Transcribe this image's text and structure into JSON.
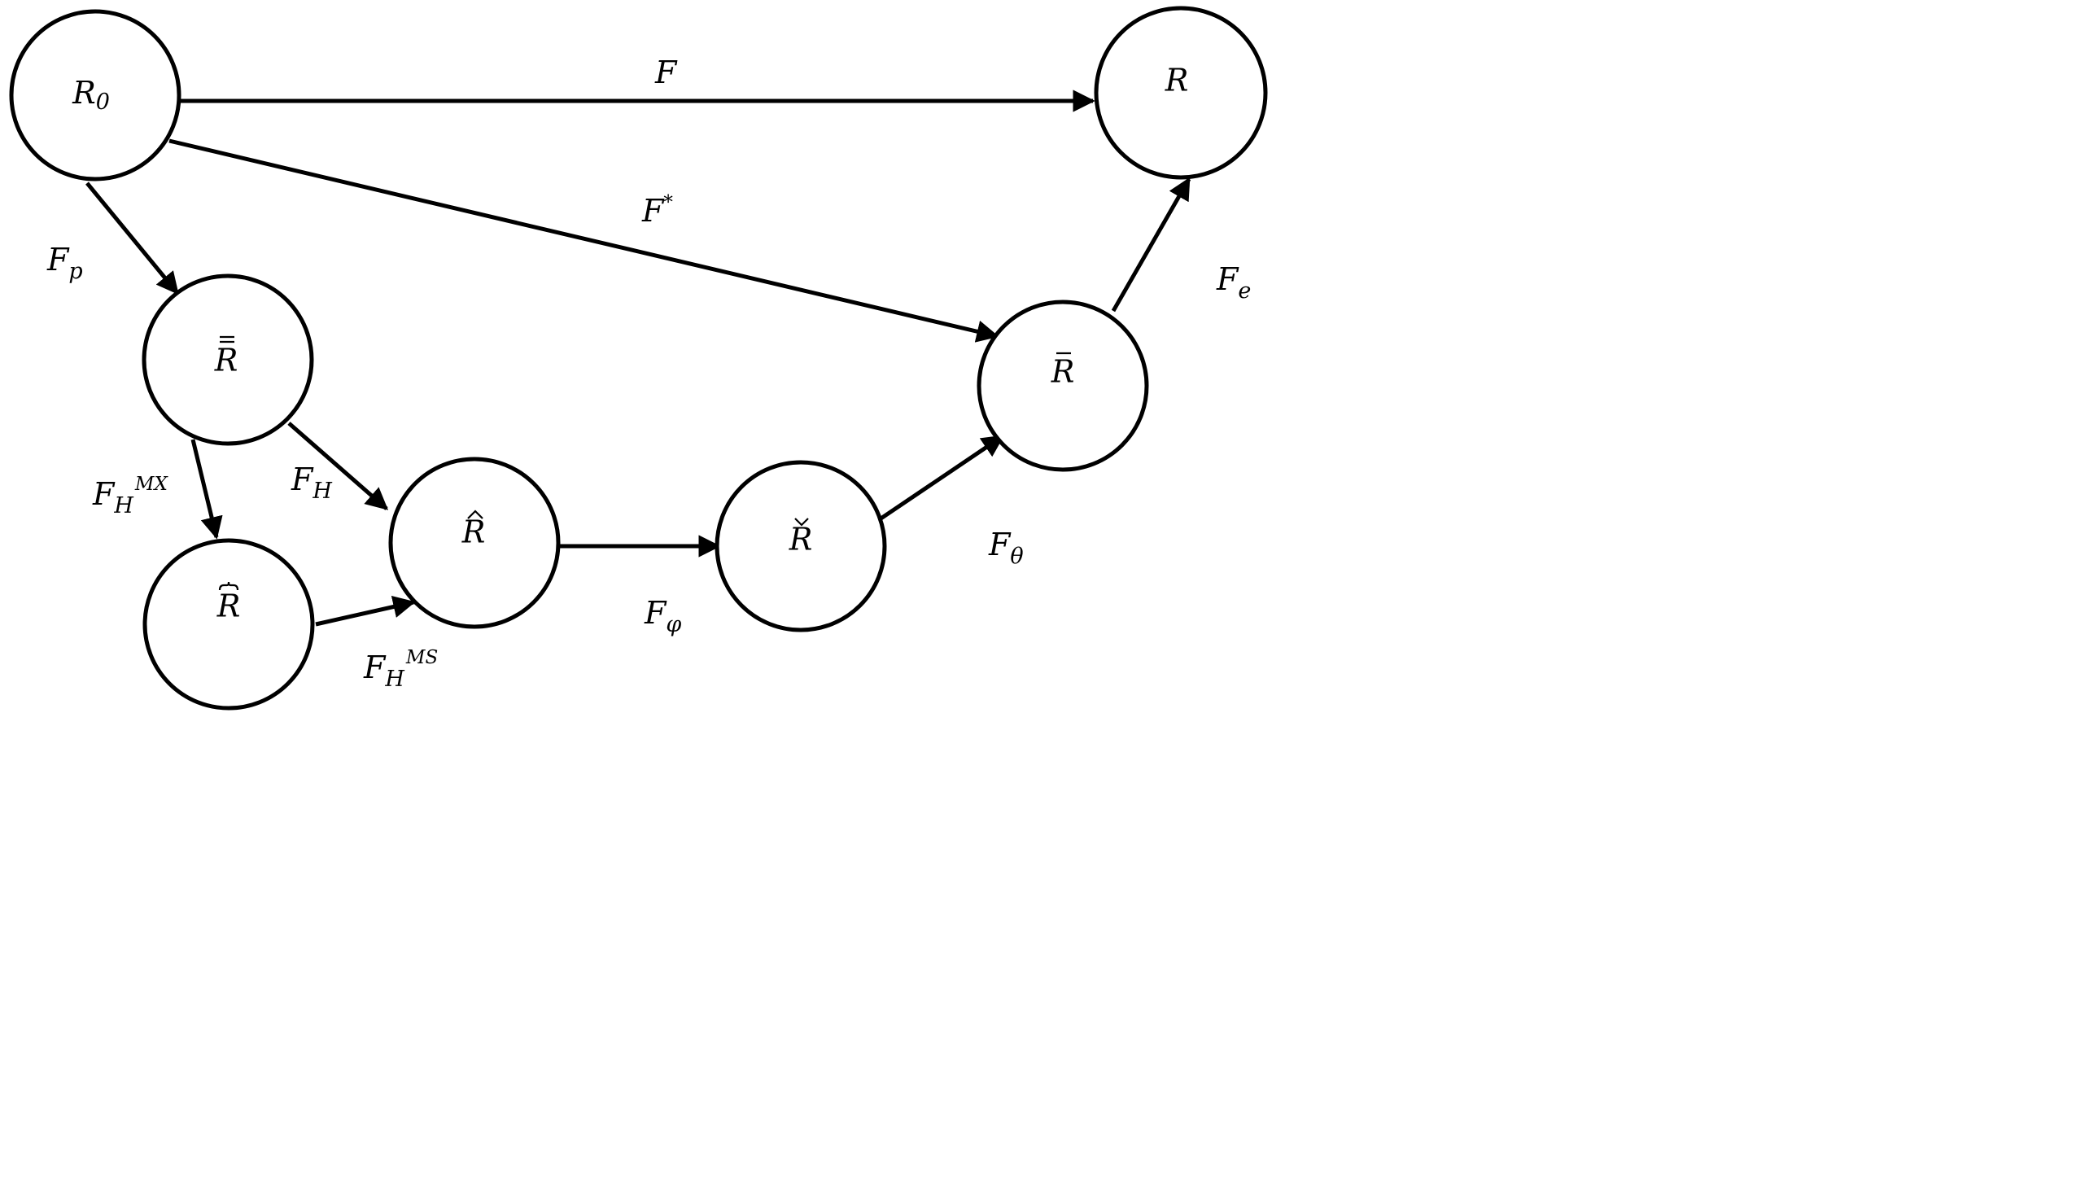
{
  "nodes": [
    {
      "id": "R0",
      "base": "R",
      "sub": "0",
      "accent": ""
    },
    {
      "id": "R",
      "base": "R",
      "sub": "",
      "accent": ""
    },
    {
      "id": "Rdbar",
      "base": "R",
      "sub": "",
      "accent": "double-bar"
    },
    {
      "id": "Rbar",
      "base": "R",
      "sub": "",
      "accent": "bar"
    },
    {
      "id": "Rhat",
      "base": "R",
      "sub": "",
      "accent": "hat"
    },
    {
      "id": "Rcheck",
      "base": "R",
      "sub": "",
      "accent": "check"
    },
    {
      "id": "Rbrace",
      "base": "R",
      "sub": "",
      "accent": "overbrace"
    }
  ],
  "edges": [
    {
      "from": "R0",
      "to": "R",
      "label": {
        "base": "F",
        "sub": "",
        "sup": ""
      }
    },
    {
      "from": "R0",
      "to": "Rbar",
      "label": {
        "base": "F",
        "sub": "",
        "sup": "*"
      }
    },
    {
      "from": "R0",
      "to": "Rdbar",
      "label": {
        "base": "F",
        "sub": "p",
        "sup": ""
      }
    },
    {
      "from": "Rdbar",
      "to": "Rbrace",
      "label": {
        "base": "F",
        "sub": "H",
        "sup": "MX"
      }
    },
    {
      "from": "Rdbar",
      "to": "Rhat",
      "label": {
        "base": "F",
        "sub": "H",
        "sup": ""
      }
    },
    {
      "from": "Rbrace",
      "to": "Rhat",
      "label": {
        "base": "F",
        "sub": "H",
        "sup": "MS"
      }
    },
    {
      "from": "Rhat",
      "to": "Rcheck",
      "label": {
        "base": "F",
        "sub": "φ",
        "sup": ""
      }
    },
    {
      "from": "Rcheck",
      "to": "Rbar",
      "label": {
        "base": "F",
        "sub": "θ",
        "sup": ""
      }
    },
    {
      "from": "Rbar",
      "to": "R",
      "label": {
        "base": "F",
        "sub": "e",
        "sup": ""
      }
    }
  ],
  "colors": {
    "stroke": "#000000",
    "background": "#ffffff"
  }
}
